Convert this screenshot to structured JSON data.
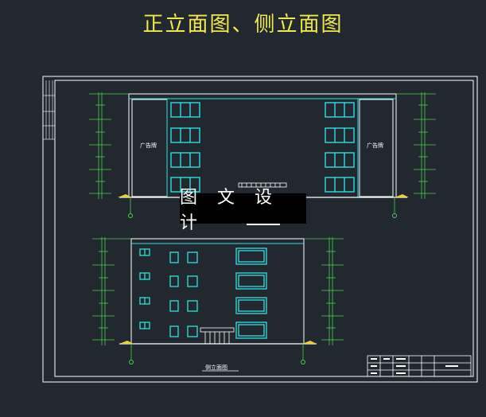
{
  "title": "正立面图、侧立面图",
  "watermark": "图 文 设 计",
  "front_elevation": {
    "left_tower_label": "广告牌",
    "right_tower_label": "广告牌"
  },
  "side_elevation": {
    "caption": "侧立面图"
  },
  "colors": {
    "background": "#212830",
    "frame": "#ffffff",
    "window": "#2ee0e0",
    "dimension": "#49d24a",
    "title": "#f2e84a",
    "ground": "#e8d23a"
  }
}
